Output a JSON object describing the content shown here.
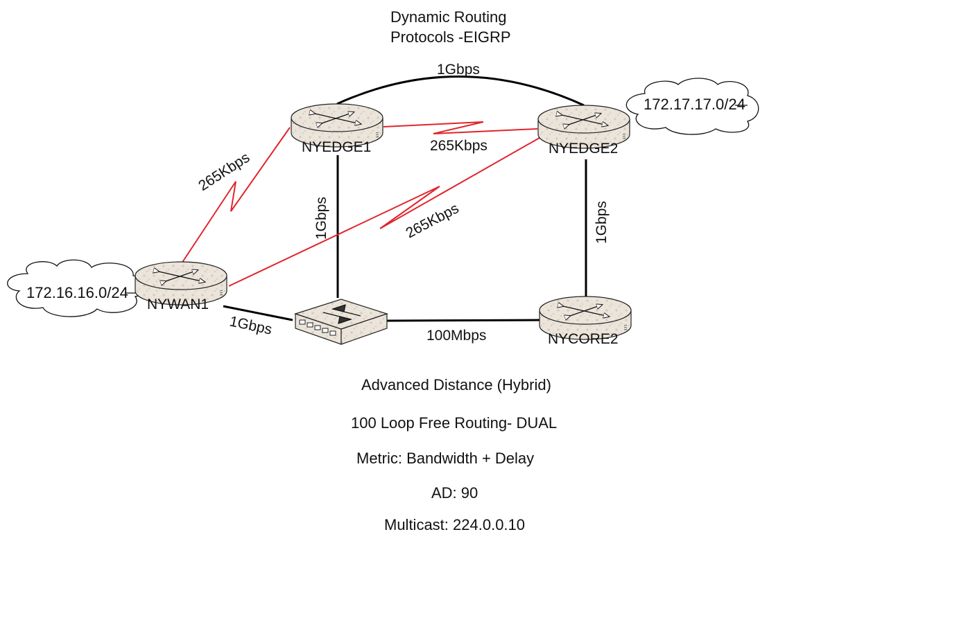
{
  "title": {
    "line1": "Dynamic Routing",
    "line2": "Protocols -EIGRP"
  },
  "colors": {
    "wan_link": "#e0242b",
    "lan_link": "#000000",
    "device_fill": "#e9e2d8",
    "cloud_fill": "#ffffff"
  },
  "devices": {
    "nyedge1": {
      "label": "NYEDGE1",
      "type": "router"
    },
    "nyedge2": {
      "label": "NYEDGE2",
      "type": "router"
    },
    "nywan1": {
      "label": "NYWAN1",
      "type": "router"
    },
    "nycore2": {
      "label": "NYCORE2",
      "type": "router"
    },
    "switch": {
      "label": "",
      "type": "switch"
    }
  },
  "networks": {
    "left": {
      "label": "172.16.16.0/24",
      "attached_to": "NYWAN1"
    },
    "right": {
      "label": "172.17.17.0/24",
      "attached_to": "NYEDGE2"
    }
  },
  "links": [
    {
      "id": "edge1-edge2-arc",
      "from": "NYEDGE1",
      "to": "NYEDGE2",
      "label": "1Gbps",
      "kind": "lan"
    },
    {
      "id": "edge1-edge2-serial",
      "from": "NYEDGE1",
      "to": "NYEDGE2",
      "label": "265Kbps",
      "kind": "serial"
    },
    {
      "id": "wan1-edge1-serial",
      "from": "NYWAN1",
      "to": "NYEDGE1",
      "label": "265Kbps",
      "kind": "serial"
    },
    {
      "id": "wan1-edge2-serial",
      "from": "NYWAN1",
      "to": "NYEDGE2",
      "label": "265Kbps",
      "kind": "serial"
    },
    {
      "id": "edge1-switch",
      "from": "NYEDGE1",
      "to": "Switch",
      "label": "1Gbps",
      "kind": "lan"
    },
    {
      "id": "edge2-core2",
      "from": "NYEDGE2",
      "to": "NYCORE2",
      "label": "1Gbps",
      "kind": "lan"
    },
    {
      "id": "wan1-switch",
      "from": "NYWAN1",
      "to": "Switch",
      "label": "1Gbps",
      "kind": "lan"
    },
    {
      "id": "switch-core2",
      "from": "Switch",
      "to": "NYCORE2",
      "label": "100Mbps",
      "kind": "lan"
    }
  ],
  "notes": [
    "Advanced Distance (Hybrid)",
    "100 Loop Free Routing- DUAL",
    "Metric: Bandwidth + Delay",
    "AD: 90",
    "Multicast: 224.0.0.10"
  ]
}
